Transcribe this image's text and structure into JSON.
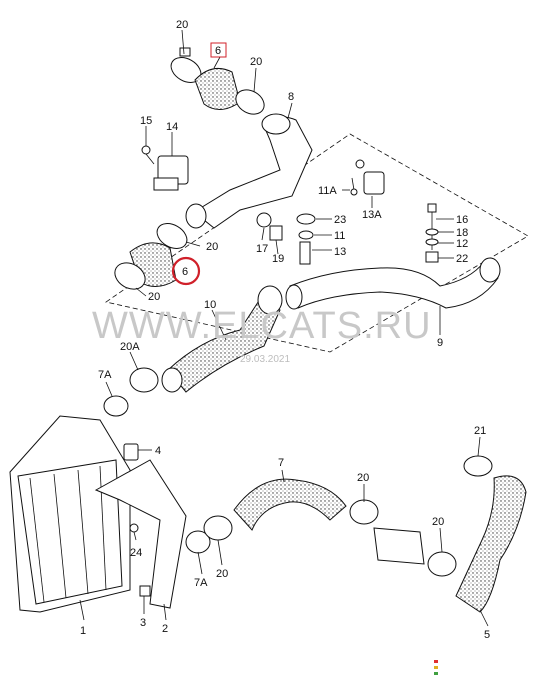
{
  "watermark": {
    "text": "WWW.ELCATS.RU",
    "date": "29.03.2021"
  },
  "labels": {
    "l20_top": "20",
    "l6_top": "6",
    "l20_b": "20",
    "l8": "8",
    "l15": "15",
    "l14": "14",
    "l11a": "11A",
    "l13a": "13A",
    "l23": "23",
    "l11": "11",
    "l13": "13",
    "l17": "17",
    "l19": "19",
    "l20_mid": "20",
    "l6_mid": "6",
    "l20_low": "20",
    "l16": "16",
    "l18": "18",
    "l12": "12",
    "l22": "22",
    "l9": "9",
    "l10": "10",
    "l20a": "20A",
    "l7a_top": "7A",
    "l4": "4",
    "l7": "7",
    "l21": "21",
    "l20_r1": "20",
    "l20_r2": "20",
    "l24": "24",
    "l7a_bot": "7A",
    "l20_bot": "20",
    "l1": "1",
    "l3": "3",
    "l2": "2",
    "l5": "5"
  },
  "colors": {
    "highlight": "#d0202a",
    "dot_red": "#e03030",
    "dot_yellow": "#e0b020",
    "dot_green": "#40a040"
  }
}
